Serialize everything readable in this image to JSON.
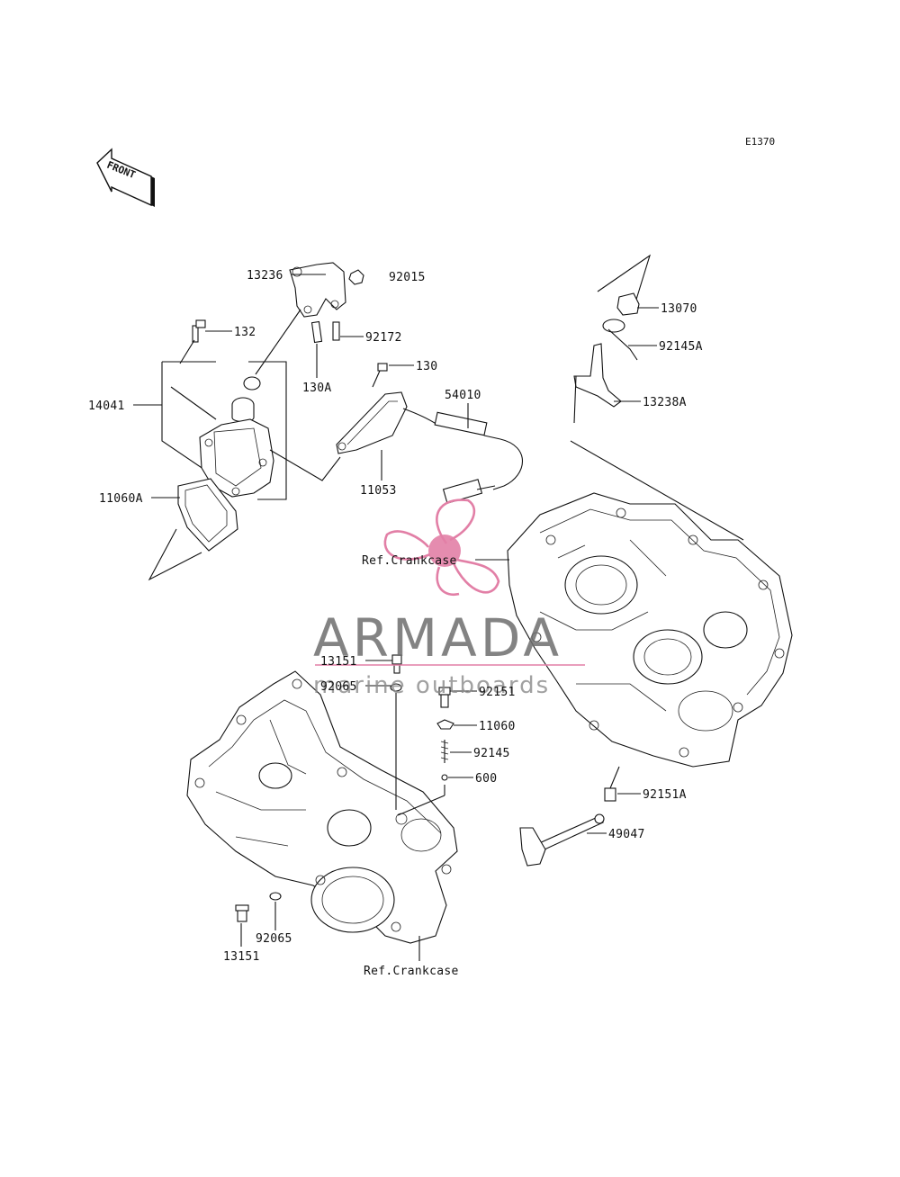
{
  "figure_code": "E1370",
  "front_arrow": {
    "text": "FRONT"
  },
  "watermark": {
    "title": "ARMADA",
    "subtitle": "marine outboards",
    "accent_color": "#e27fa6",
    "text_color": "#6e6e6e"
  },
  "parts": [
    {
      "id": "p13236",
      "number": "13236"
    },
    {
      "id": "p92015",
      "number": "92015"
    },
    {
      "id": "p132",
      "number": "132"
    },
    {
      "id": "p92172",
      "number": "92172"
    },
    {
      "id": "p130A",
      "number": "130A"
    },
    {
      "id": "p130",
      "number": "130"
    },
    {
      "id": "p14041",
      "number": "14041"
    },
    {
      "id": "p54010",
      "number": "54010"
    },
    {
      "id": "p11053",
      "number": "11053"
    },
    {
      "id": "p11060A",
      "number": "11060A"
    },
    {
      "id": "p13070",
      "number": "13070"
    },
    {
      "id": "p92145A",
      "number": "92145A"
    },
    {
      "id": "p13238A",
      "number": "13238A"
    },
    {
      "id": "pRefCrank1",
      "number": "Ref.Crankcase"
    },
    {
      "id": "p13151a",
      "number": "13151"
    },
    {
      "id": "p92065a",
      "number": "92065"
    },
    {
      "id": "p92151",
      "number": "92151"
    },
    {
      "id": "p11060",
      "number": "11060"
    },
    {
      "id": "p92145",
      "number": "92145"
    },
    {
      "id": "p600",
      "number": "600"
    },
    {
      "id": "p92151A",
      "number": "92151A"
    },
    {
      "id": "p49047",
      "number": "49047"
    },
    {
      "id": "p92065b",
      "number": "92065"
    },
    {
      "id": "p13151b",
      "number": "13151"
    },
    {
      "id": "pRefCrank2",
      "number": "Ref.Crankcase"
    }
  ]
}
